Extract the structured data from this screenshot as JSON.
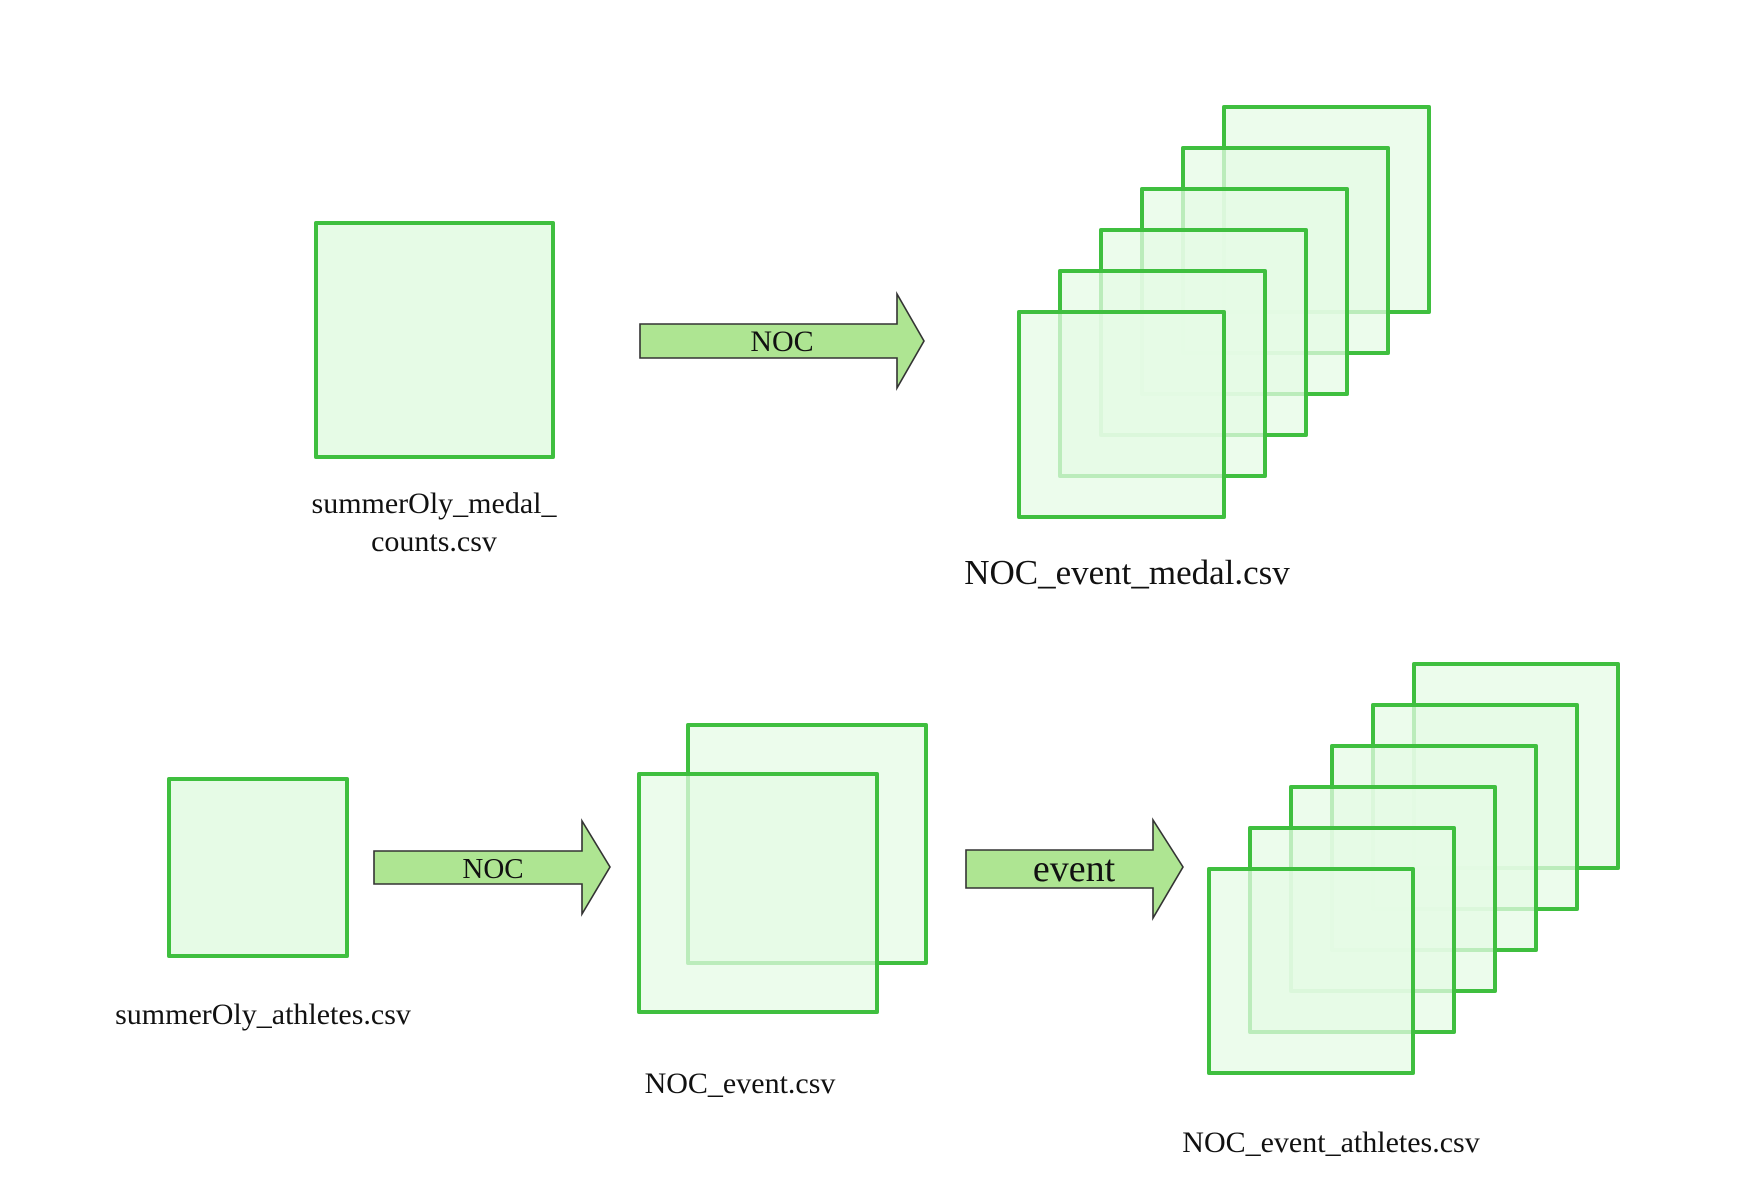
{
  "diagram": {
    "title": "",
    "colors": {
      "file_stroke": "#3fbf3f",
      "file_fill": "#e6fbe6",
      "arrow_fill": "#aee592",
      "arrow_stroke": "#333333",
      "text": "#111111"
    },
    "rows": [
      {
        "source": {
          "label_lines": [
            "summerOly_medal_",
            "counts.csv"
          ],
          "file_count": 1
        },
        "steps": [
          {
            "arrow_label": "NOC",
            "target": {
              "label": "NOC_event_medal.csv",
              "file_count": 6
            }
          }
        ]
      },
      {
        "source": {
          "label_lines": [
            "summerOly_athletes.csv"
          ],
          "file_count": 1
        },
        "steps": [
          {
            "arrow_label": "NOC",
            "target": {
              "label": "NOC_event.csv",
              "file_count": 2
            }
          },
          {
            "arrow_label": "event",
            "target": {
              "label": "NOC_event_athletes.csv",
              "file_count": 6
            }
          }
        ]
      }
    ]
  }
}
